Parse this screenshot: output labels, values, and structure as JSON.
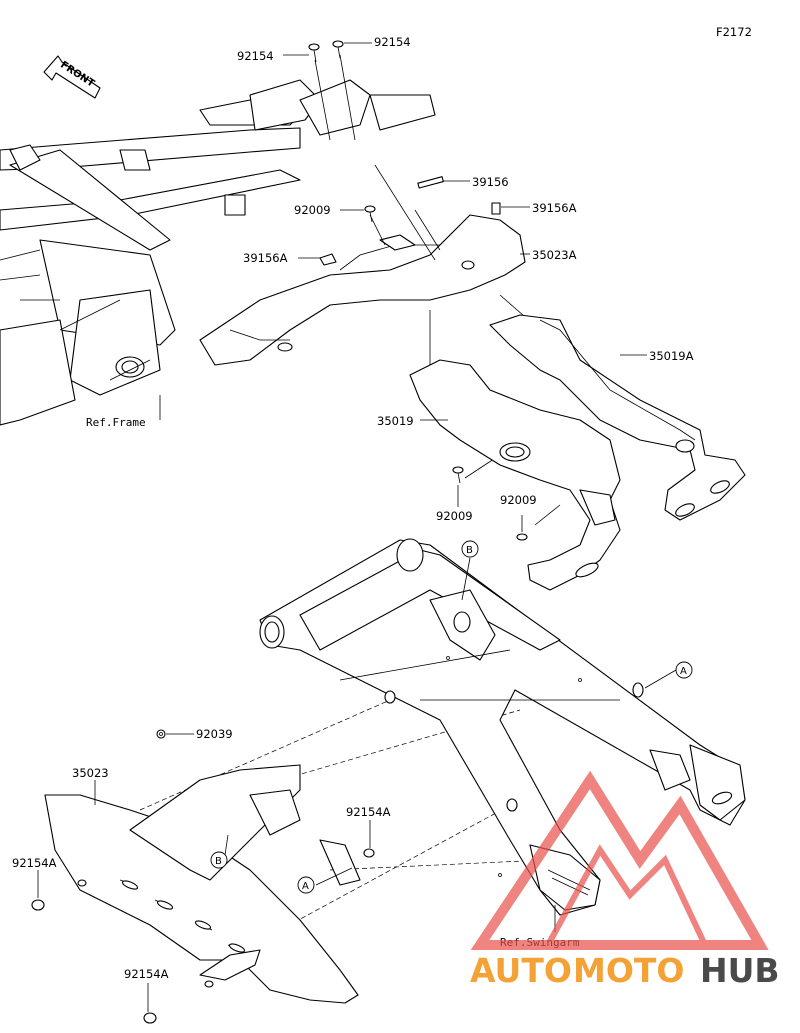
{
  "diagram_code": "F2172",
  "front_label": "FRONT",
  "references": {
    "frame": "Ref.Frame",
    "swingarm": "Ref.Swingarm"
  },
  "parts": {
    "p92154_a": "92154",
    "p92154_b": "92154",
    "p39156": "39156",
    "p39156A_right": "39156A",
    "p92009_top": "92009",
    "p39156A_left": "39156A",
    "p35023A": "35023A",
    "p35019A": "35019A",
    "p35019": "35019",
    "p92009_mid": "92009",
    "p92009_low": "92009",
    "p92039": "92039",
    "p35023": "35023",
    "p92154A_mid": "92154A",
    "p92154A_left": "92154A",
    "p92154A_bottom": "92154A"
  },
  "markers": {
    "b_top": "B",
    "a_right": "A",
    "b_guard": "B",
    "a_guard": "A"
  },
  "watermark": {
    "auto": "AUTO",
    "moto": "MOTO",
    "hub": "HUB",
    "accent_color": "#f4a236",
    "logo_color": "#e8504a"
  }
}
